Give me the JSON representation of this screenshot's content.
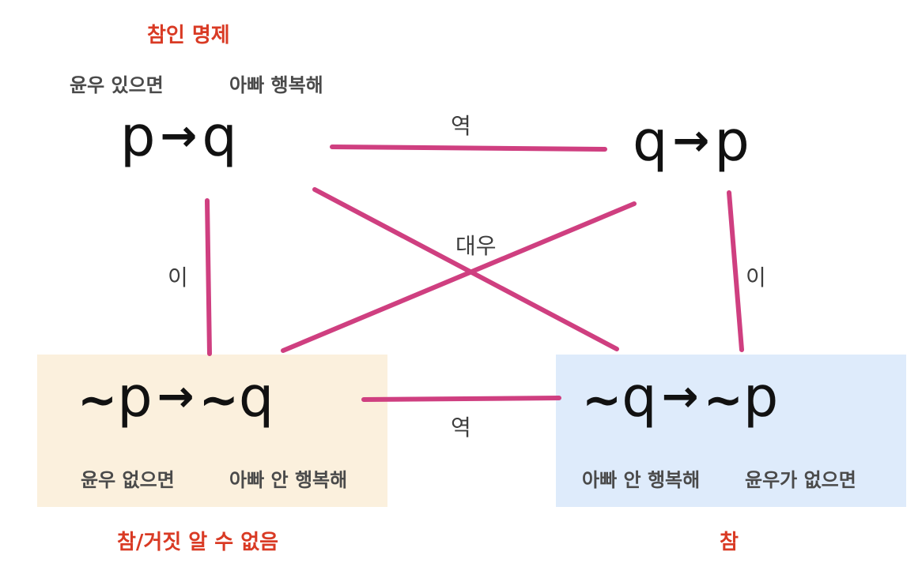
{
  "title": "참인 명제",
  "colors": {
    "accent_red": "#d93a24",
    "line_magenta": "#cf3f80",
    "box_left_bg": "#fbf0dd",
    "box_right_bg": "#deebfb"
  },
  "original": {
    "cond_label": "윤우 있으면",
    "result_label": "아빠 행복해",
    "formula": {
      "left": "p",
      "right": "q",
      "arrow": "→"
    }
  },
  "converse": {
    "formula": {
      "left": "q",
      "right": "p",
      "arrow": "→"
    }
  },
  "inverse_box": {
    "formula": {
      "tilde_left": "~",
      "left": "p",
      "tilde_right": "~",
      "right": "q",
      "arrow": "→"
    },
    "cond_label": "윤우 없으면",
    "result_label": "아빠 안 행복해",
    "verdict": "참/거짓 알 수 없음"
  },
  "contrapositive_box": {
    "formula": {
      "tilde_left": "~",
      "left": "q",
      "tilde_right": "~",
      "right": "p",
      "arrow": "→"
    },
    "cond_label": "아빠 안 행복해",
    "result_label": "윤우가 없으면",
    "verdict": "참"
  },
  "relations": {
    "converse_top": "역",
    "converse_bottom": "역",
    "contrapositive": "대우",
    "inverse_left": "이",
    "inverse_right": "이"
  }
}
